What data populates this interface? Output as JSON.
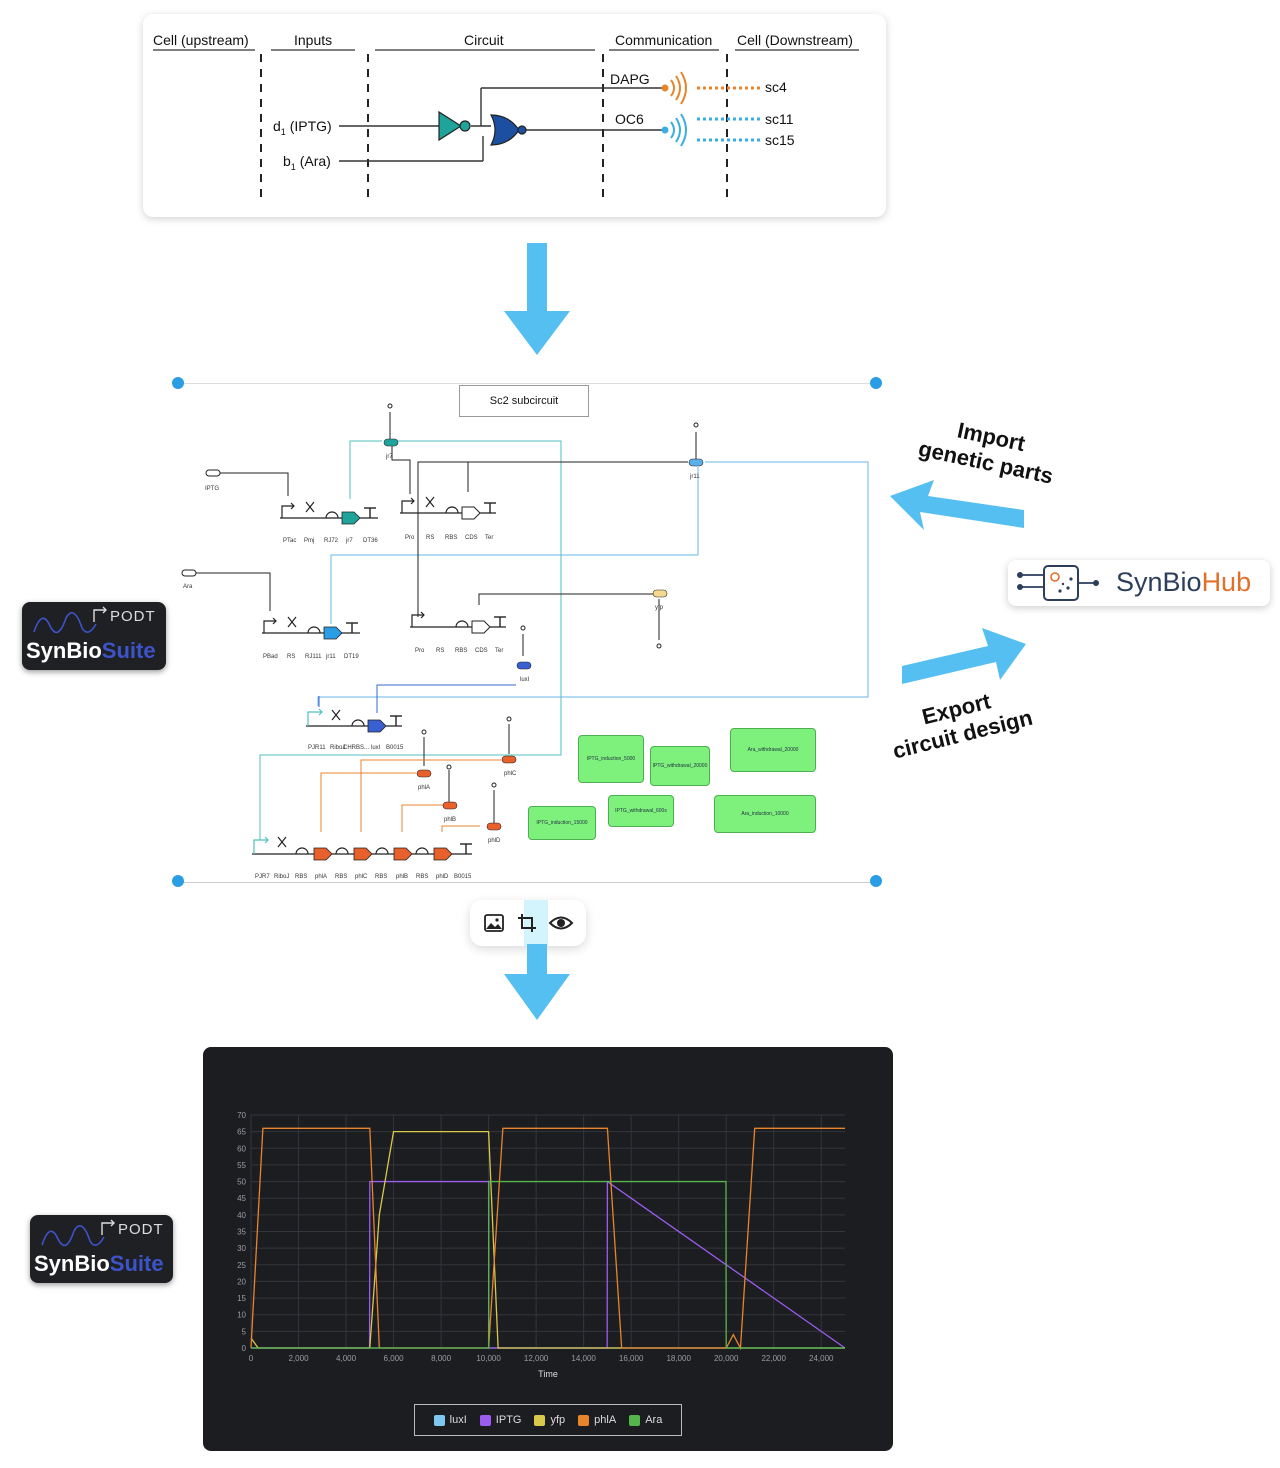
{
  "top_diagram": {
    "columns": [
      "Cell (upstream)",
      "Inputs",
      "Circuit",
      "Communication",
      "Cell (Downstream)"
    ],
    "inputs": [
      {
        "name": "d",
        "sub": "1",
        "rest": " (IPTG)"
      },
      {
        "name": "b",
        "sub": "1",
        "rest": " (Ara)"
      }
    ],
    "signals": [
      "DAPG",
      "OC6"
    ],
    "receivers": [
      "sc4",
      "sc11",
      "sc15"
    ],
    "colors": {
      "dapg": "#e8842c",
      "oc6": "#3aaee0",
      "gate": "#1fa39a"
    }
  },
  "canvas": {
    "title": "Sc2 subcircuit",
    "inputs": [
      "IPTG",
      "Ara"
    ],
    "proteins": [
      "jr7",
      "jr11",
      "yfp",
      "luxI",
      "phlA",
      "phlB",
      "phlC",
      "phlD"
    ],
    "row1_labels": [
      "PTac",
      "Pmj",
      "RJ72",
      "jr7",
      "DT36"
    ],
    "row1b_labels": [
      "Pro",
      "RS",
      "RBS",
      "CDS",
      "Ter"
    ],
    "row2_labels": [
      "PBad",
      "RS",
      "RJ111",
      "jr11",
      "DT19"
    ],
    "row2b_labels": [
      "Pro",
      "RS",
      "RBS",
      "CDS",
      "Ter"
    ],
    "row3_labels": [
      "PJR11",
      "RiboJ",
      "CHRBS...",
      "luxI",
      "B0015"
    ],
    "row4_labels": [
      "PJR7",
      "RiboJ",
      "RBS",
      "phlA",
      "RBS",
      "phlC",
      "RBS",
      "phlB",
      "RBS",
      "phlD",
      "B0015"
    ],
    "events": [
      "IPTG_induction_5000",
      "IPTG_withdrawal_20000",
      "Ara_withdrawal_20000",
      "IPTG_induction_15000",
      "IPTG_withdrawal_600s",
      "Ara_induction_10000"
    ]
  },
  "labels": {
    "import": [
      "Import",
      "genetic parts"
    ],
    "export": [
      "Export",
      "circuit design"
    ]
  },
  "logos": {
    "synbiosuite": {
      "a": "SynBio",
      "b": "Suite",
      "mark": "PODT"
    },
    "synbiohub": {
      "a": "SynBio",
      "b": "Hub"
    }
  },
  "toolbar": {
    "icons": [
      "image-icon",
      "crop-icon",
      "eye-icon"
    ]
  },
  "chart_data": {
    "type": "line",
    "xlabel": "Time",
    "ylabel": "",
    "title": "",
    "xlim": [
      0,
      25000
    ],
    "ylim": [
      0,
      70
    ],
    "xticks": [
      0,
      2000,
      4000,
      6000,
      8000,
      10000,
      12000,
      14000,
      16000,
      18000,
      20000,
      22000,
      24000
    ],
    "xtick_labels": [
      "0",
      "2,000",
      "4,000",
      "6,000",
      "8,000",
      "10,000",
      "12,000",
      "14,000",
      "16,000",
      "18,000",
      "20,000",
      "22,000",
      "24,000"
    ],
    "yticks": [
      0,
      5,
      10,
      15,
      20,
      25,
      30,
      35,
      40,
      45,
      50,
      55,
      60,
      65,
      70
    ],
    "grid": true,
    "legend_position": "bottom",
    "series": [
      {
        "name": "luxI",
        "color": "#7ec8f0",
        "x": [
          0,
          25000
        ],
        "y": [
          0,
          0
        ]
      },
      {
        "name": "IPTG",
        "color": "#9b5cf0",
        "x": [
          0,
          4990,
          5000,
          10000,
          10010,
          14990,
          15000,
          25000
        ],
        "y": [
          0,
          0,
          50,
          50,
          0,
          0,
          50,
          0
        ]
      },
      {
        "name": "yfp",
        "color": "#d9c84a",
        "x": [
          0,
          300,
          5000,
          5400,
          6000,
          10000,
          10400,
          25000
        ],
        "y": [
          3,
          0,
          0,
          40,
          65,
          65,
          0,
          0
        ]
      },
      {
        "name": "phlA",
        "color": "#e8842c",
        "x": [
          0,
          500,
          5000,
          5400,
          10000,
          10600,
          15000,
          15600,
          20000,
          20300,
          20600,
          21200,
          25000
        ],
        "y": [
          0,
          66,
          66,
          0,
          0,
          66,
          66,
          0,
          0,
          4,
          0,
          66,
          66
        ]
      },
      {
        "name": "Ara",
        "color": "#56b54a",
        "x": [
          0,
          10000,
          10010,
          19990,
          20000,
          25000
        ],
        "y": [
          0,
          0,
          50,
          50,
          0,
          0
        ]
      }
    ]
  }
}
